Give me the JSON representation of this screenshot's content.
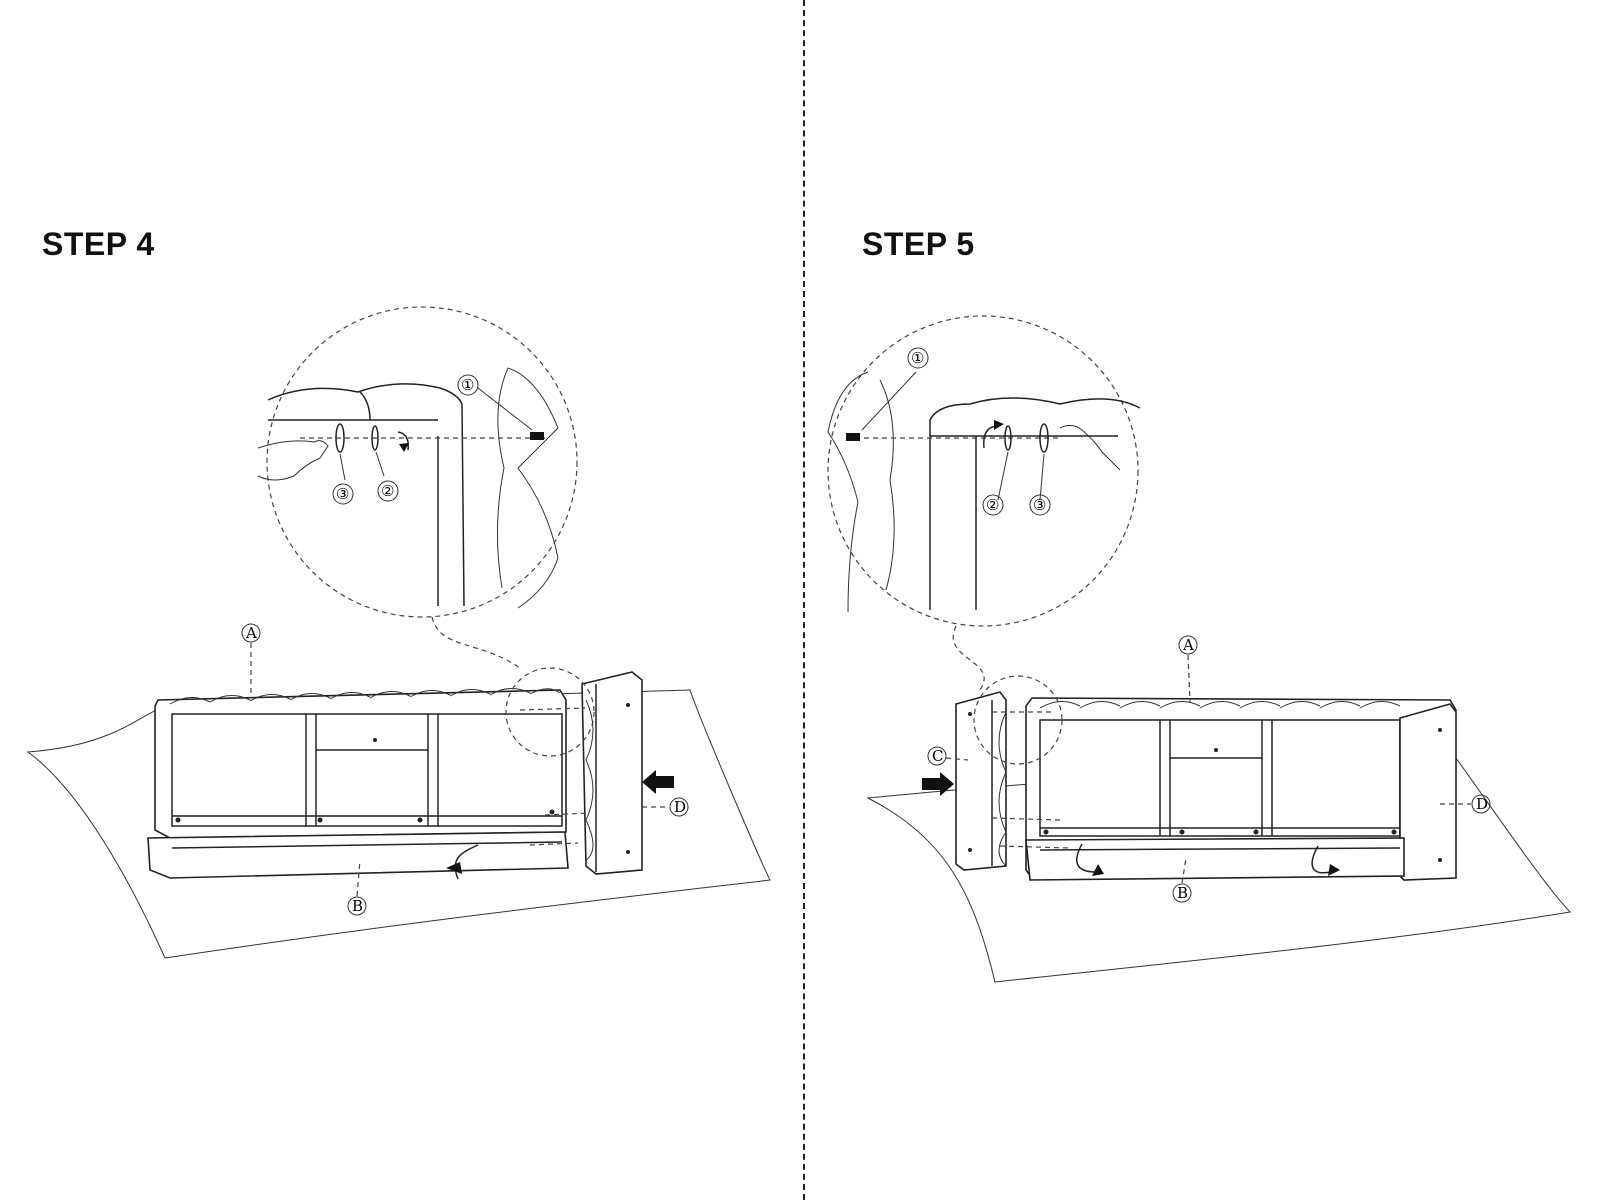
{
  "steps": [
    {
      "title": "STEP 4",
      "detail_callouts": [
        "①",
        "②",
        "③"
      ],
      "part_labels": [
        "A",
        "B",
        "D"
      ]
    },
    {
      "title": "STEP 5",
      "detail_callouts": [
        "①",
        "②",
        "③"
      ],
      "part_labels": [
        "A",
        "B",
        "C",
        "D"
      ]
    }
  ],
  "icons": {
    "push_arrow": "solid-arrow-icon",
    "rotate_arrow": "curved-arrow-icon",
    "hand": "hand-icon"
  },
  "colors": {
    "line": "#222222",
    "background": "#ffffff"
  }
}
